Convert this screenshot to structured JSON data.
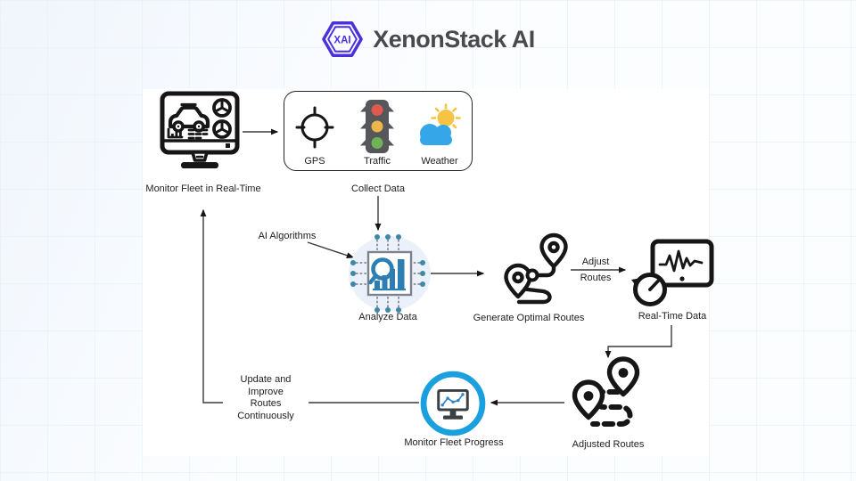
{
  "header": {
    "brand": "XenonStack AI",
    "logo_monogram": "XAI"
  },
  "colors": {
    "brand_purple": "#4B2FDB",
    "line_black": "#1b1b1b",
    "accent_ring_blue": "#1AA0DF",
    "chip_blue": "#2D7FB2",
    "pin_teal": "#3F87A9",
    "traffic_body": "#55575A",
    "traffic_red": "#DF5A4E",
    "traffic_yellow": "#EFB54D",
    "traffic_green": "#6FB257",
    "weather_sun": "#F6C445",
    "weather_cloud": "#35A7E8"
  },
  "diagram": {
    "fleet_monitor": {
      "label": "Monitor Fleet in Real-Time"
    },
    "collect": {
      "label": "Collect Data",
      "sources": [
        {
          "label": "GPS",
          "icon": "gps-icon"
        },
        {
          "label": "Traffic",
          "icon": "traffic-light-icon"
        },
        {
          "label": "Weather",
          "icon": "weather-icon"
        }
      ]
    },
    "ai_algorithms": {
      "label": "AI Algorithms"
    },
    "analyze": {
      "label": "Analyze Data"
    },
    "generate_routes": {
      "label": "Generate Optimal Routes"
    },
    "adjust_routes_edge": {
      "line1": "Adjust",
      "line2": "Routes"
    },
    "realtime": {
      "label": "Real-Time Data"
    },
    "adjusted_routes": {
      "label": "Adjusted Routes"
    },
    "monitor_progress": {
      "label": "Monitor Fleet Progress"
    },
    "update_loop": {
      "lines": [
        "Update and",
        "Improve",
        "Routes",
        "Continuously"
      ]
    }
  }
}
